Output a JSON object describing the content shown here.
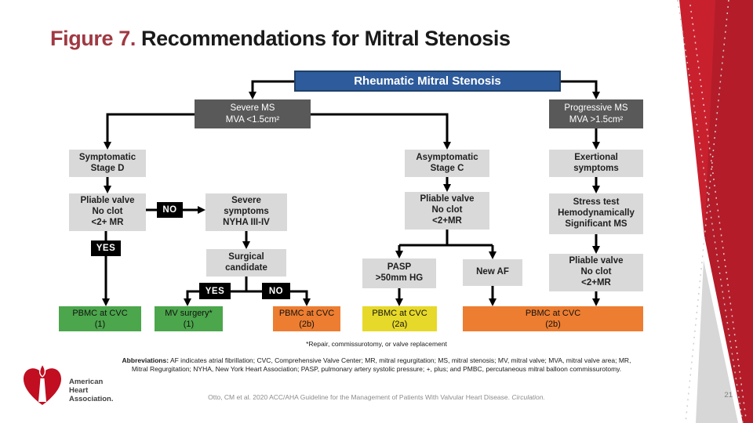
{
  "slide": {
    "title_prefix": "Figure 7.",
    "title_rest": " Recommendations for Mitral Stenosis",
    "footnote": "*Repair, commissurotomy, or valve replacement",
    "abbreviations_label": "Abbreviations:",
    "abbreviations_text": " AF indicates atrial fibrillation; CVC, Comprehensive Valve Center; MR, mitral regurgitation; MS, mitral stenosis; MV, mitral valve; MVA, mitral valve area; MR, Mitral Regurgitation; NYHA, New York Heart Association; PASP, pulmonary artery systolic pressure; +, plus; and PMBC, percutaneous mitral balloon commissurotomy.",
    "citation_main": "Otto, CM et al. 2020 ACC/AHA Guideline for the Management of Patients With Valvular Heart Disease. ",
    "citation_journal": "Circulation.",
    "page_number": "21",
    "logo": {
      "line1": "American",
      "line2": "Heart",
      "line3": "Association."
    }
  },
  "flowchart": {
    "root": {
      "label": "Rheumatic Mitral Stenosis"
    },
    "boxes": {
      "severe_ms": {
        "lines": [
          "Severe MS",
          "MVA <1.5cm²"
        ]
      },
      "progressive_ms": {
        "lines": [
          "Progressive MS",
          "MVA >1.5cm²"
        ]
      },
      "symptomatic": {
        "lines": [
          "Symptomatic",
          "Stage D"
        ]
      },
      "asymptomatic": {
        "lines": [
          "Asymptomatic",
          "Stage C"
        ]
      },
      "exertional": {
        "lines": [
          "Exertional",
          "symptoms"
        ]
      },
      "pliable_left": {
        "lines": [
          "Pliable valve",
          "No clot",
          "<2+ MR"
        ]
      },
      "severe_symptoms": {
        "lines": [
          "Severe",
          "symptoms",
          "NYHA III-IV"
        ]
      },
      "pliable_mid": {
        "lines": [
          "Pliable valve",
          "No clot",
          "<2+MR"
        ]
      },
      "stress_test": {
        "lines": [
          "Stress test",
          "Hemodynamically",
          "Significant MS"
        ]
      },
      "surgical": {
        "lines": [
          "Surgical",
          "candidate"
        ]
      },
      "pasp": {
        "lines": [
          "PASP",
          ">50mm HG"
        ]
      },
      "new_af": {
        "lines": [
          "New AF"
        ]
      },
      "pliable_right": {
        "lines": [
          "Pliable valve",
          "No clot",
          "<2+MR"
        ]
      },
      "pbmc_1": {
        "lines": [
          "PBMC at CVC",
          "(1)"
        ]
      },
      "mv_surgery": {
        "lines": [
          "MV surgery*",
          "(1)"
        ]
      },
      "pbmc_2b_small": {
        "lines": [
          "PBMC at CVC",
          "(2b)"
        ]
      },
      "pbmc_2a": {
        "lines": [
          "PBMC at CVC",
          "(2a)"
        ]
      },
      "pbmc_2b_wide": {
        "lines": [
          "PBMC at CVC",
          "(2b)"
        ]
      }
    },
    "gates": {
      "no_left": "NO",
      "yes_left": "YES",
      "yes_mid": "YES",
      "no_mid": "NO"
    }
  },
  "colors": {
    "title_red": "#A03942",
    "header_blue": "#2E5B9B",
    "dark_gray": "#595959",
    "light_gray": "#D9D9D9",
    "gate_black": "#000000",
    "class1_green": "#4CA64C",
    "class2a_yellow": "#E7D929",
    "class2b_orange": "#ED7D31",
    "brand_red": "#C10E21"
  }
}
